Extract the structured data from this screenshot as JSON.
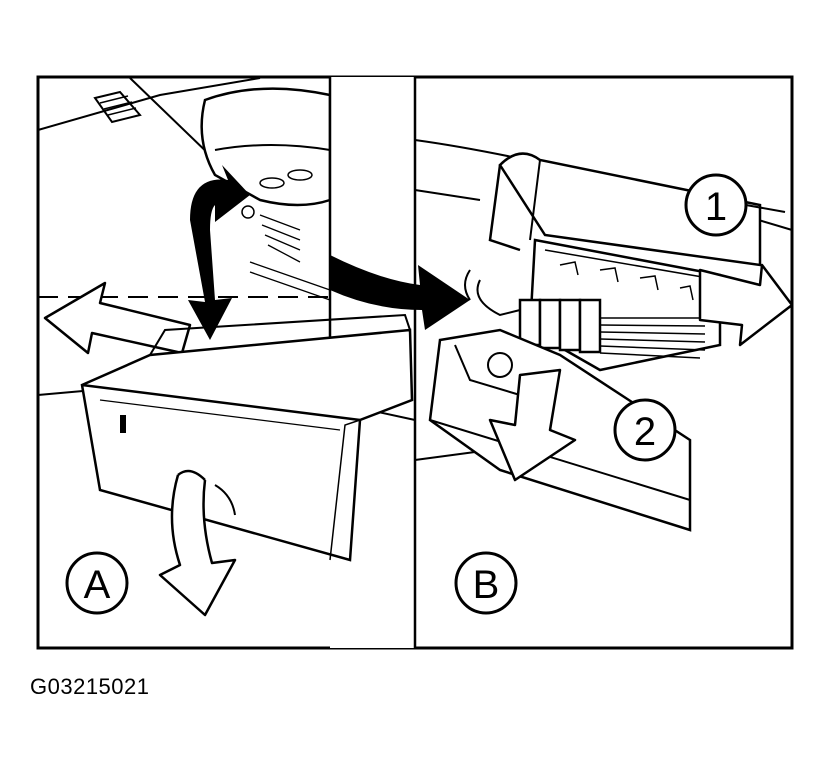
{
  "figure_id": "G03215021",
  "panels": [
    {
      "label": "A"
    },
    {
      "label": "B"
    }
  ],
  "callouts": [
    "1",
    "2"
  ]
}
